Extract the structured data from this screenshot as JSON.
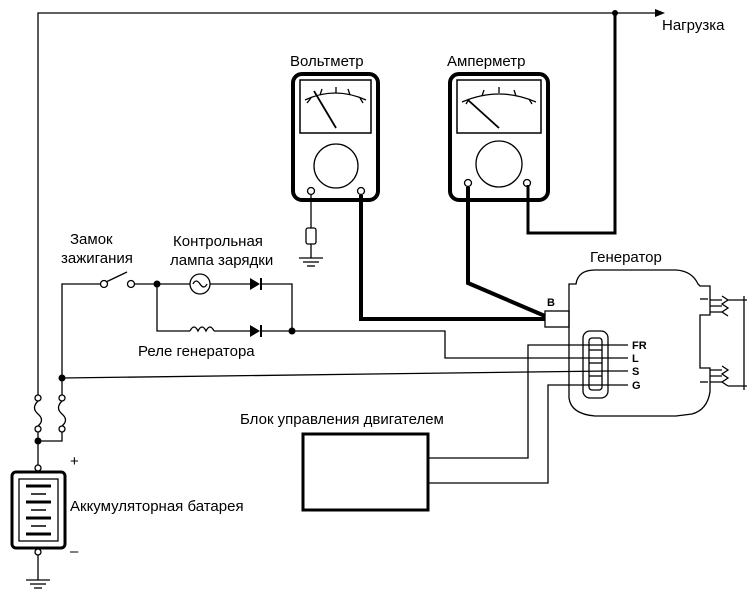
{
  "labels": {
    "load": "Нагрузка",
    "voltmeter": "Вольтметр",
    "ammeter": "Амперметр",
    "ignition_line1": "Замок",
    "ignition_line2": "зажигания",
    "lamp_line1": "Контрольная",
    "lamp_line2": "лампа зарядки",
    "relay": "Реле генератора",
    "generator": "Генератор",
    "ecu": "Блок управления двигателем",
    "battery": "Аккумуляторная батарея",
    "plus": "+",
    "minus": "–"
  },
  "terminals": {
    "b": "B",
    "fr": "FR",
    "l": "L",
    "s": "S",
    "g": "G"
  }
}
